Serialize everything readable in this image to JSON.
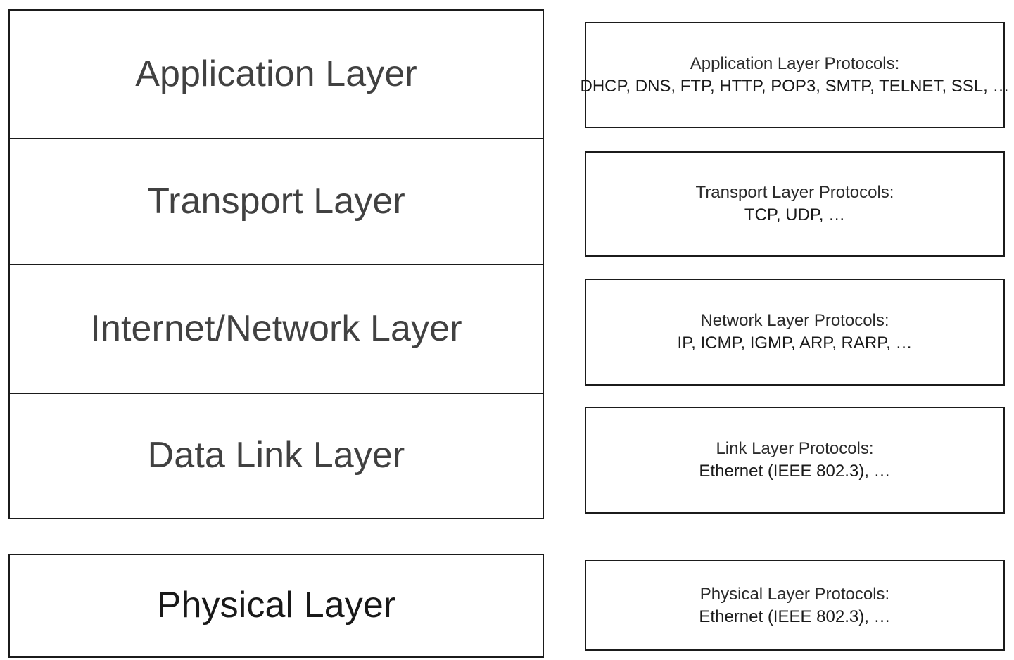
{
  "diagram": {
    "title": "TCP/IP Network Layer Model with Protocols",
    "type": "layered-stack-diagram",
    "colors": {
      "background": "#ffffff",
      "border": "#1b1b1b",
      "layer_text": "#414141",
      "layer_text_emphasis": "#191919",
      "protocol_text": "#1a1a1a"
    }
  },
  "layer_stack": {
    "grouped_layers": [
      {
        "label": "Application Layer"
      },
      {
        "label": "Transport Layer"
      },
      {
        "label": "Internet/Network Layer"
      },
      {
        "label": "Data Link Layer"
      }
    ],
    "separate_layer": {
      "label": "Physical Layer"
    }
  },
  "protocol_boxes": [
    {
      "title": "Application Layer Protocols:",
      "list": "DHCP, DNS, FTP, HTTP, POP3, SMTP, TELNET, SSL, …"
    },
    {
      "title": "Transport Layer Protocols:",
      "list": "TCP, UDP, …"
    },
    {
      "title": "Network Layer Protocols:",
      "list": "IP, ICMP, IGMP, ARP, RARP, …"
    },
    {
      "title": "Link Layer Protocols:",
      "list": "Ethernet (IEEE 802.3), …"
    },
    {
      "title": "Physical Layer Protocols:",
      "list": "Ethernet (IEEE 802.3), …"
    }
  ]
}
